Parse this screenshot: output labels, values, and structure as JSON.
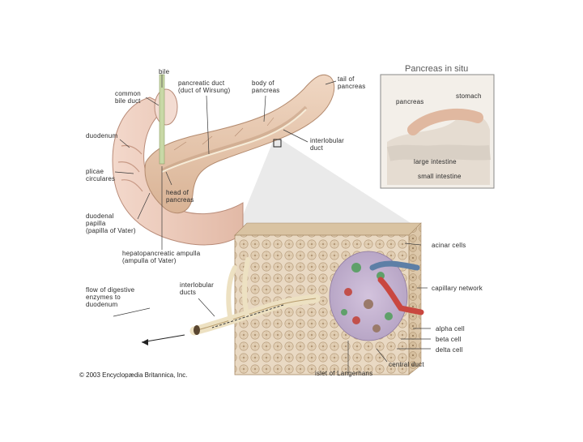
{
  "labels": {
    "bile": "bile",
    "common_bile_duct": "common\nbile duct",
    "pancreatic_duct": "pancreatic duct\n(duct of Wirsung)",
    "body_of_pancreas": "body of\npancreas",
    "tail_of_pancreas": "tail of\npancreas",
    "duodenum": "duodenum",
    "plicae_circulares": "plicae\ncirculares",
    "interlobular_duct": "interlobular\nduct",
    "head_of_pancreas": "head of\npancreas",
    "duodenal_papilla": "duodenal\npapilla\n(papilla of Vater)",
    "hepatopancreatic_ampulla": "hepatopancreatic ampulla\n(ampulla of Vater)",
    "flow_of_enzymes": "flow of digestive\nenzymes to\nduodenum",
    "interlobular_ducts": "interlobular\nducts",
    "acinar_cells": "acinar cells",
    "capillary_network": "capillary network",
    "alpha_cell": "alpha cell",
    "beta_cell": "beta cell",
    "delta_cell": "delta cell",
    "central_duct": "central duct",
    "islet_of_langerhans": "islet of Langerhans"
  },
  "inset": {
    "title": "Pancreas in situ",
    "pancreas": "pancreas",
    "stomach": "stomach",
    "large_intestine": "large intestine",
    "small_intestine": "small intestine"
  },
  "copyright": "© 2003 Encyclopædia Britannica, Inc.",
  "colors": {
    "pancreas": "#e7c7ae",
    "duodenum": "#efcfc0",
    "tissue": "#e8d6bf",
    "islet": "#c9b8d4",
    "artery": "#c9473f",
    "vein": "#5d7fa6",
    "duct": "#ede1c2"
  }
}
